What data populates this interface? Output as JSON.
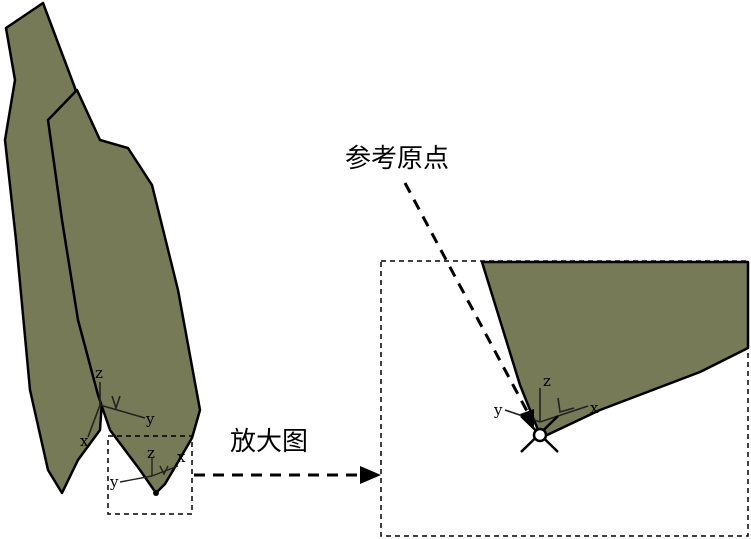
{
  "labels": {
    "reference_origin": "参考原点",
    "zoom_view": "放大图"
  },
  "axes": {
    "x": "x",
    "y": "y",
    "z": "z"
  },
  "colors": {
    "surface_fill": "#777a56",
    "outline": "#000000",
    "background": "#ffffff"
  }
}
